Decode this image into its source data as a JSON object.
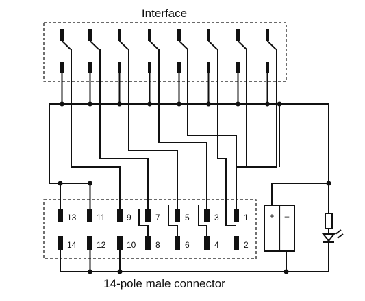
{
  "diagram": {
    "interface_label": "Interface",
    "connector_label": "14-pole male connector",
    "pins_top": [
      "13",
      "11",
      "9",
      "7",
      "5",
      "3",
      "1"
    ],
    "pins_bottom": [
      "14",
      "12",
      "10",
      "8",
      "6",
      "4",
      "2"
    ],
    "power": {
      "plus": "+",
      "minus": "–"
    }
  }
}
